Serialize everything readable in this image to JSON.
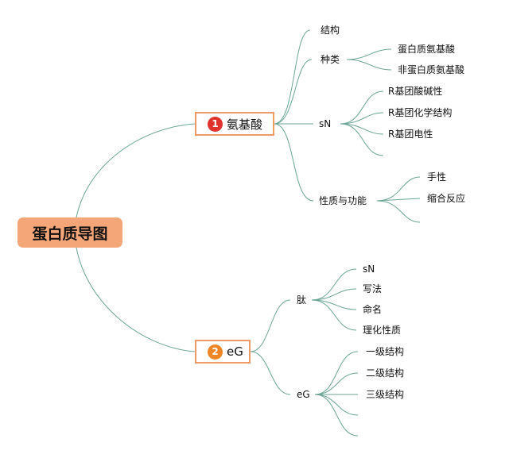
{
  "root": {
    "label": "蛋白质导图"
  },
  "branches": [
    {
      "number": "1",
      "label": "氨基酸",
      "children": [
        {
          "label": "结构"
        },
        {
          "label": "种类",
          "children": [
            "蛋白质氨基酸",
            "非蛋白质氨基酸"
          ]
        },
        {
          "label": "sN",
          "children": [
            "R基团酸碱性",
            "R基团化学结构",
            "R基团电性"
          ]
        },
        {
          "label": "性质与功能",
          "children": [
            "手性",
            "缩合反应"
          ]
        }
      ]
    },
    {
      "number": "2",
      "label": "eG",
      "children": [
        {
          "label": "肽",
          "children": [
            "sN",
            "写法",
            "命名",
            "理化性质"
          ]
        },
        {
          "label": "eG",
          "children": [
            "一级结构",
            "二级结构",
            "三级结构"
          ]
        }
      ]
    }
  ],
  "colors": {
    "root_fill": "#f4a679",
    "branch_border": "#ef9a66",
    "badge_1": "#e0332d",
    "badge_2": "#f08526",
    "connector": "#6aa595"
  }
}
